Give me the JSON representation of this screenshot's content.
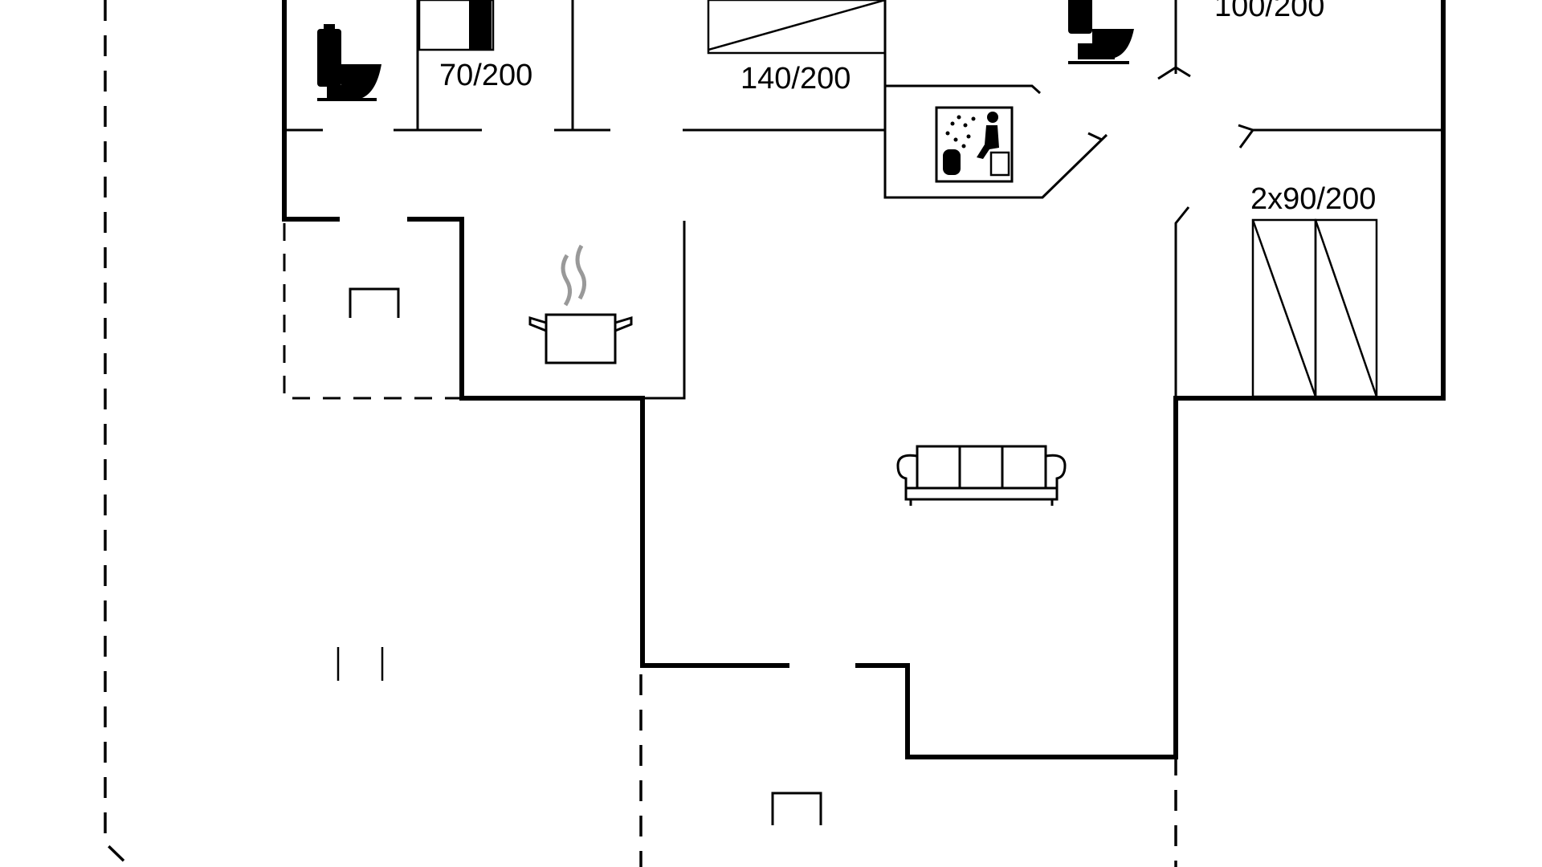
{
  "floor_plan": {
    "bed_labels": {
      "bed_70": "70/200",
      "bed_140": "140/200",
      "bed_100": "100/200",
      "bed_2x90": "2x90/200"
    },
    "icons": [
      "toilet-icon",
      "toilet-icon",
      "sauna-icon",
      "cooking-pot-icon",
      "sofa-icon",
      "table-icon",
      "table-icon"
    ],
    "colors": {
      "line": "#000000",
      "background": "#ffffff"
    }
  }
}
